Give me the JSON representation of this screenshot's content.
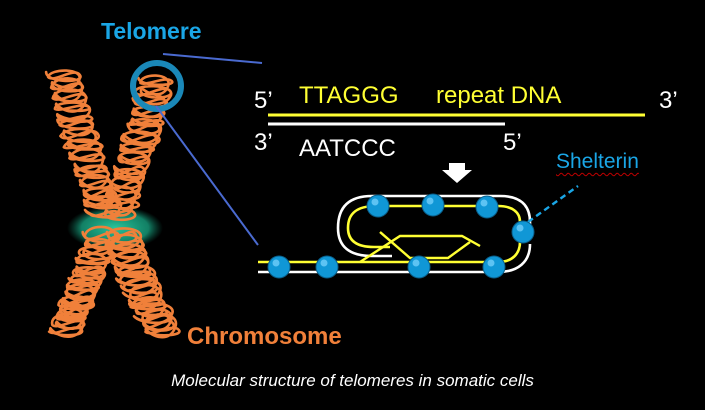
{
  "colors": {
    "background": "#000000",
    "telomere_blue": "#1aa6e6",
    "chromosome_orange": "#f0803a",
    "centromere_green": "#1a9a7a",
    "dna_yellow": "#ffff33",
    "strand_white": "#ffffff",
    "shelterin_dot": "#1097d6",
    "pointer_line": "#4a6ad0"
  },
  "labels": {
    "telomere": "Telomere",
    "chromosome": "Chromosome",
    "shelterin": "Shelterin",
    "caption": "Molecular structure of telomeres in somatic cells"
  },
  "dna": {
    "top_strand": {
      "five_prime": "5’",
      "sequence": "TTAGGG",
      "description": "repeat DNA",
      "three_prime": "3’"
    },
    "bottom_strand": {
      "three_prime": "3’",
      "sequence": "AATCCC",
      "five_prime": "5’"
    }
  },
  "icons": [
    "down-arrow-icon",
    "shelterin-protein-icon",
    "telomere-highlight-circle-icon",
    "chromosome-icon"
  ]
}
